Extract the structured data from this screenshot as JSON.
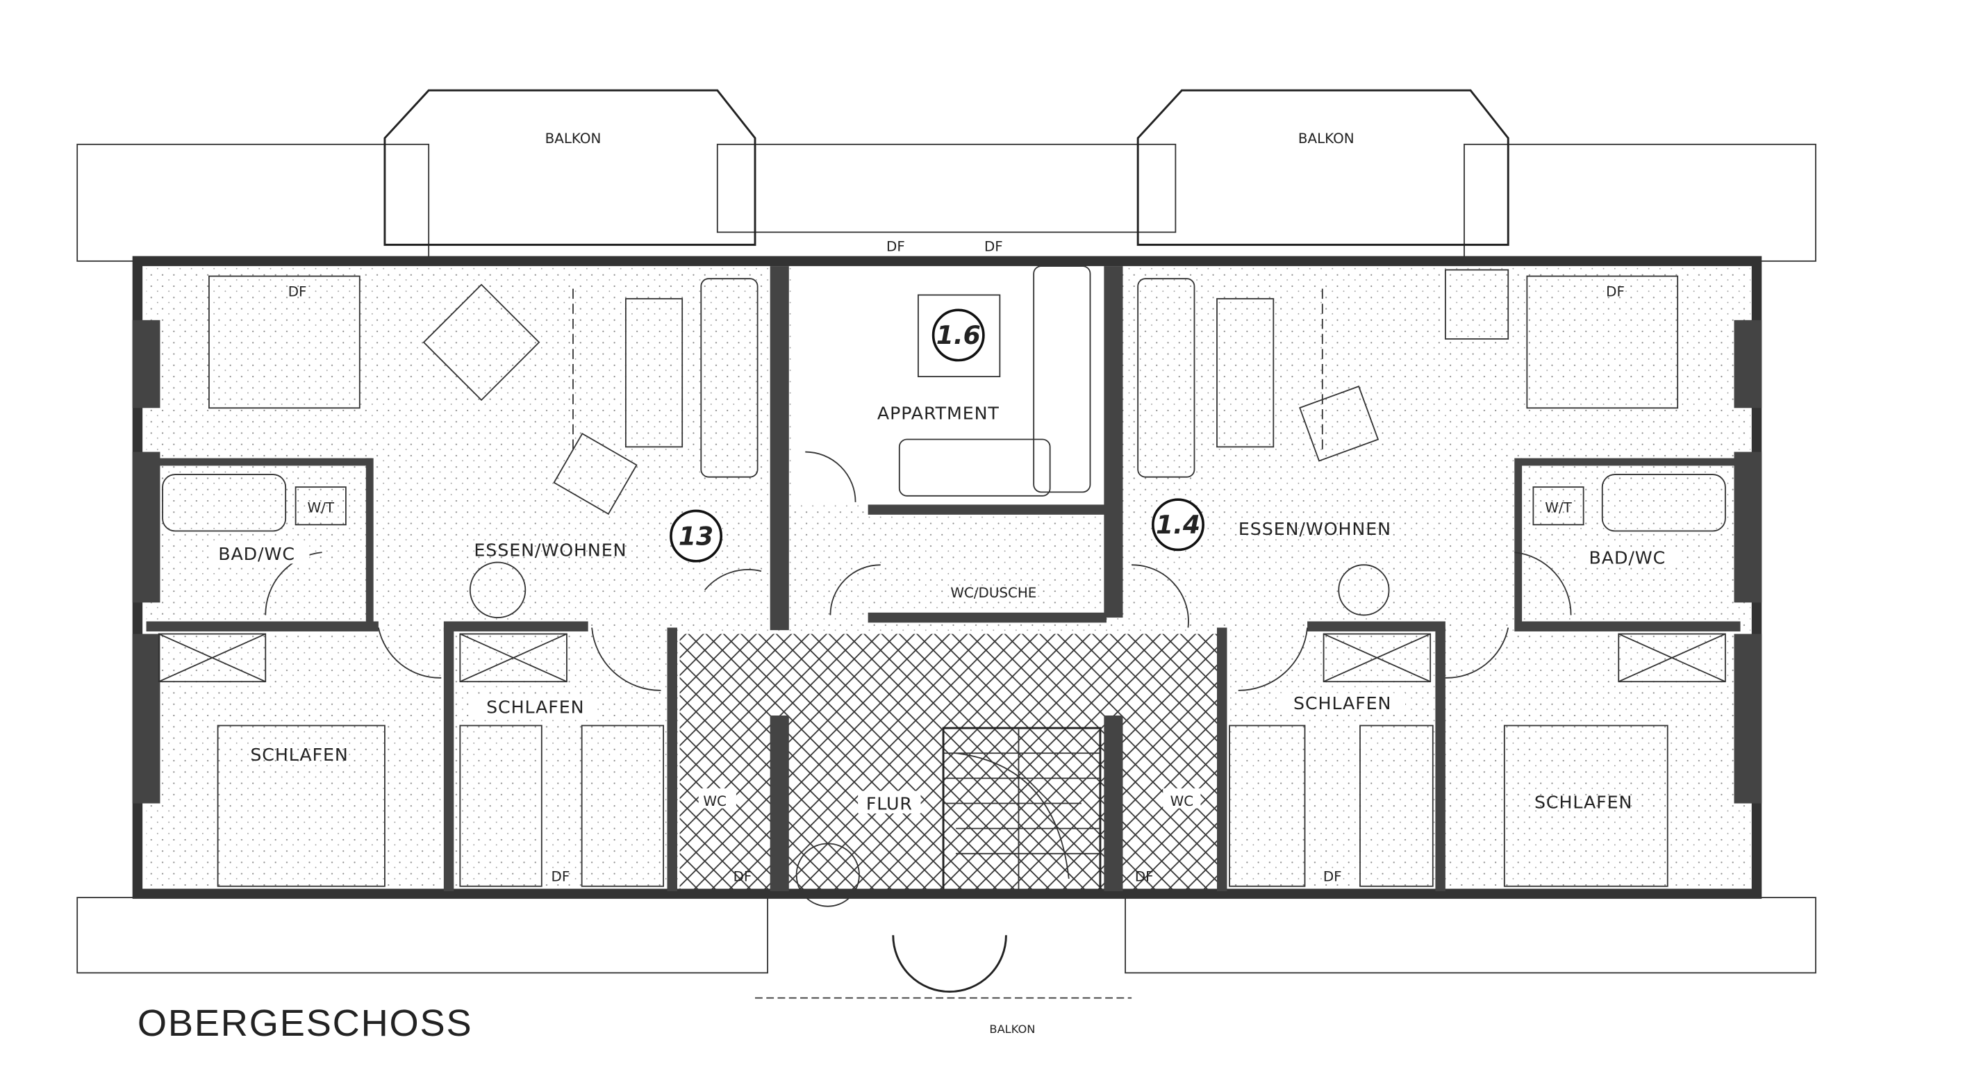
{
  "title": "OBERGESCHOSS",
  "balconies": {
    "left": "BALKON",
    "right": "BALKON",
    "bottom": "BALKON"
  },
  "skylights": {
    "df": "DF"
  },
  "units": {
    "left": {
      "number": "13",
      "living": "ESSEN/WOHNEN",
      "bath": "BAD/WC",
      "washer": "W/T",
      "bedroom1": "SCHLAFEN",
      "bedroom2": "SCHLAFEN"
    },
    "center": {
      "number": "1.6",
      "name": "APPARTMENT",
      "bath": "WC/DUSCHE"
    },
    "right": {
      "number": "1.4",
      "living": "ESSEN/WOHNEN",
      "bath": "BAD/WC",
      "washer": "W/T",
      "bedroom1": "SCHLAFEN",
      "bedroom2": "SCHLAFEN"
    }
  },
  "common": {
    "hall": "FLUR",
    "wc": "WC"
  }
}
